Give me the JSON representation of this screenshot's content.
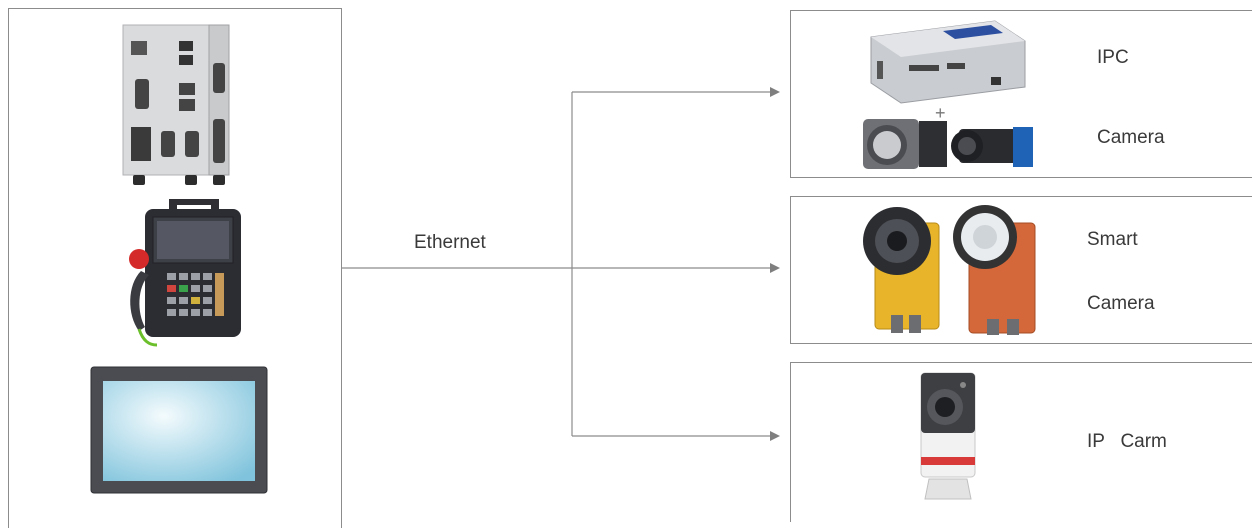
{
  "connection": {
    "label": "Ethernet"
  },
  "devices": {
    "ipc": {
      "label": "IPC"
    },
    "camera": {
      "label": "Camera",
      "plus": "+"
    },
    "smart_camera": {
      "line1": "Smart",
      "line2": "Camera"
    },
    "ip_camera": {
      "label": "IP   Carm"
    }
  },
  "colors": {
    "line": "#8c8c8c",
    "border": "#8c8c8c"
  }
}
